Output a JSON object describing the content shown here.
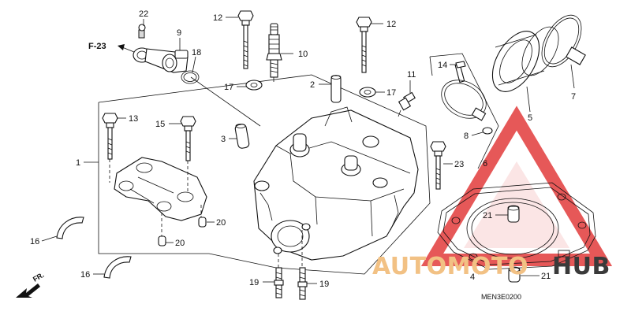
{
  "diagram": {
    "code": "MEN3E0200",
    "reference": "F-23",
    "front_label": "FR.",
    "watermark": {
      "text_a": "AUTOMOTO",
      "text_b": "HUB",
      "color_a": "#f2c184",
      "color_b": "#3a3a3a",
      "triangle_color": "#e23b3b"
    },
    "callouts": [
      {
        "id": "c22",
        "label": "22"
      },
      {
        "id": "c9",
        "label": "9"
      },
      {
        "id": "c12a",
        "label": "12"
      },
      {
        "id": "c12b",
        "label": "12"
      },
      {
        "id": "c18",
        "label": "18"
      },
      {
        "id": "c10",
        "label": "10"
      },
      {
        "id": "c14",
        "label": "14"
      },
      {
        "id": "c7",
        "label": "7"
      },
      {
        "id": "c11",
        "label": "11"
      },
      {
        "id": "c2",
        "label": "2"
      },
      {
        "id": "c17a",
        "label": "17"
      },
      {
        "id": "c17b",
        "label": "17"
      },
      {
        "id": "c13",
        "label": "13"
      },
      {
        "id": "c15",
        "label": "15"
      },
      {
        "id": "c5",
        "label": "5"
      },
      {
        "id": "c1",
        "label": "1"
      },
      {
        "id": "c3",
        "label": "3"
      },
      {
        "id": "c8",
        "label": "8"
      },
      {
        "id": "c6",
        "label": "6"
      },
      {
        "id": "c23",
        "label": "23"
      },
      {
        "id": "c21a",
        "label": "21"
      },
      {
        "id": "c20a",
        "label": "20"
      },
      {
        "id": "c20b",
        "label": "20"
      },
      {
        "id": "c16a",
        "label": "16"
      },
      {
        "id": "c16b",
        "label": "16"
      },
      {
        "id": "c19a",
        "label": "19"
      },
      {
        "id": "c19b",
        "label": "19"
      },
      {
        "id": "c4",
        "label": "4"
      },
      {
        "id": "c21b",
        "label": "21"
      }
    ]
  }
}
